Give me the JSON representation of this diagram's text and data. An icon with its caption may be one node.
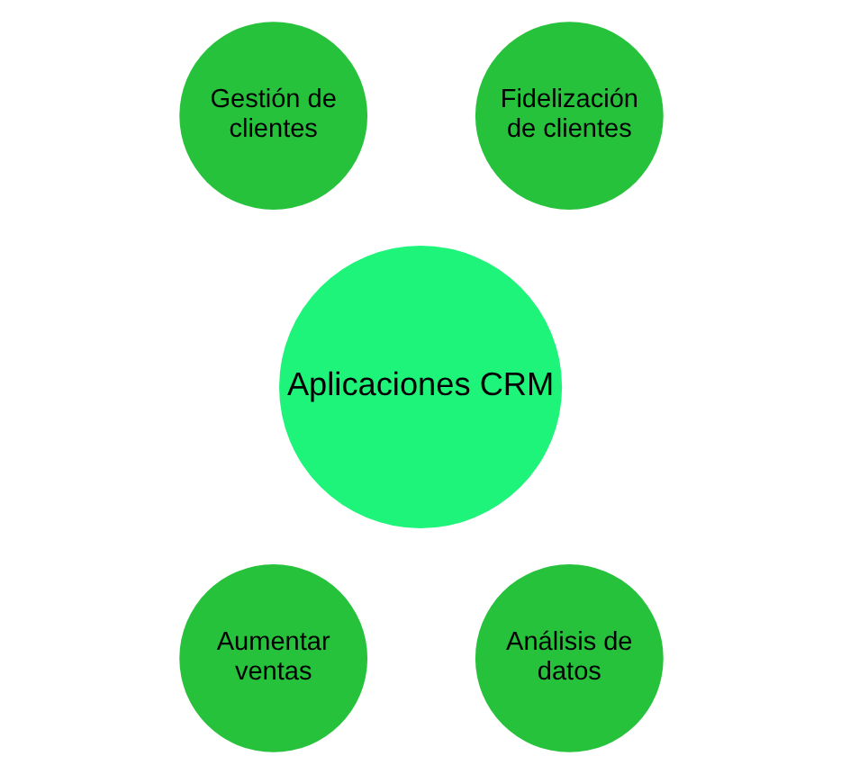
{
  "diagram": {
    "nodes": [
      {
        "text": [
          "Aplicaciones CRM"
        ]
      },
      {
        "text": [
          "Gestión de clientes"
        ]
      },
      {
        "text": [
          "Fidelización de clientes"
        ]
      },
      {
        "text": [
          "Aumentar ventas"
        ]
      },
      {
        "text": [
          "Análisis de datos"
        ]
      }
    ]
  }
}
